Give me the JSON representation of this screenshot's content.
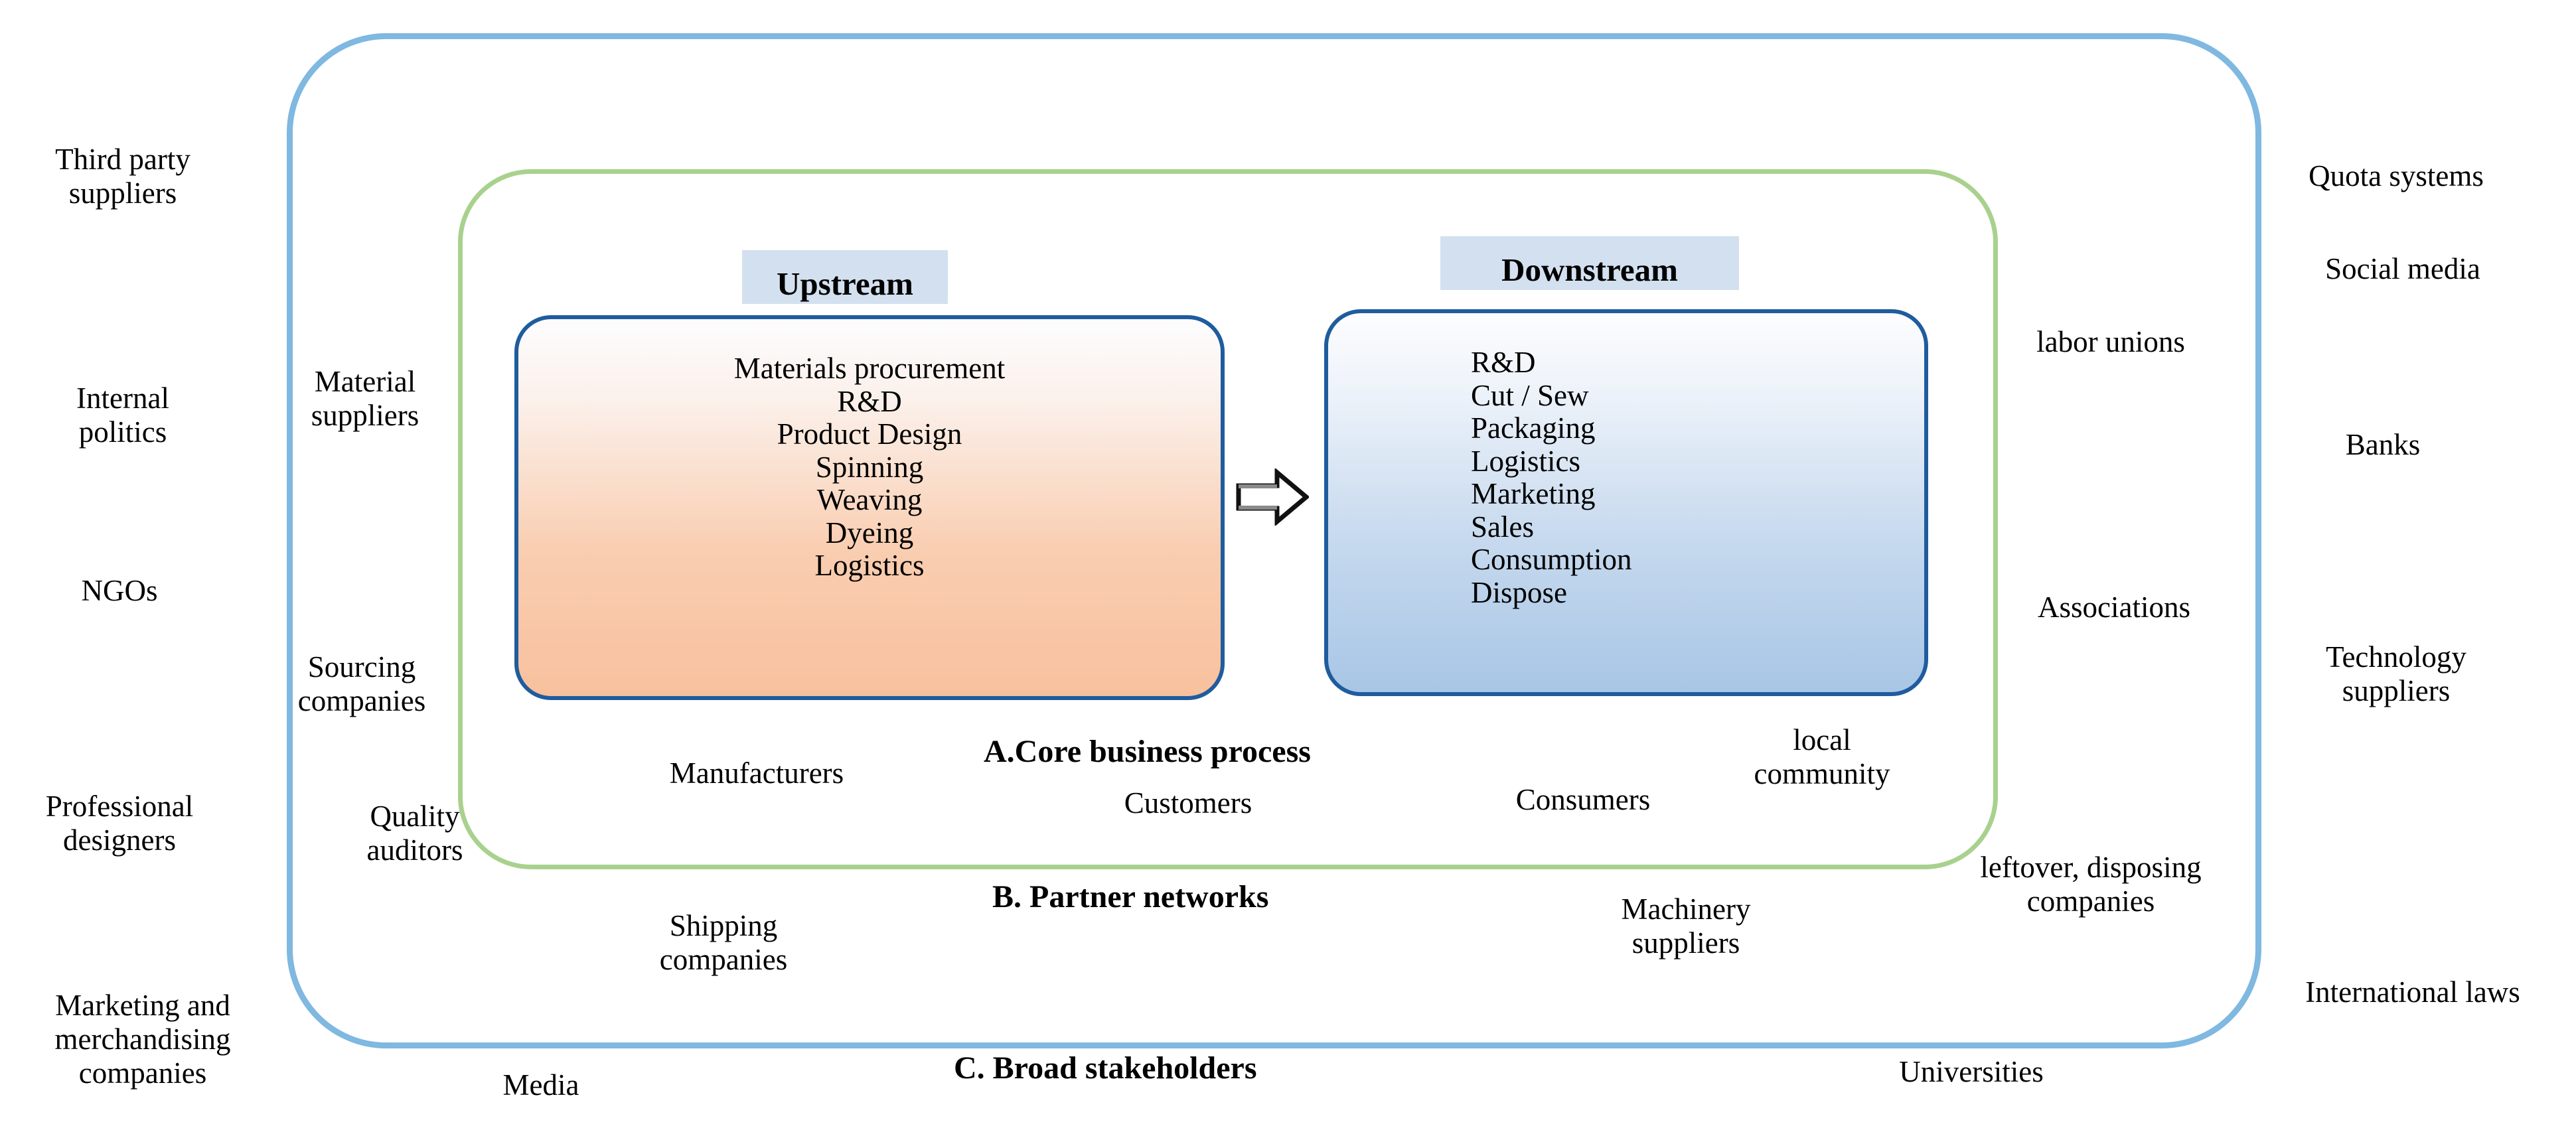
{
  "diagram": {
    "title_captions": {
      "core": "A.Core business process",
      "partner": "B. Partner networks",
      "broad": "C. Broad stakeholders"
    },
    "colors": {
      "broad_ring": "#7FB8E0",
      "partner_ring": "#A9D18E",
      "process_box_border": "#1F5C9E",
      "upstream_fill": "#F8C19E",
      "downstream_fill": "#A8C6E6",
      "header_band": "#D3E0EF"
    },
    "process": {
      "upstream": {
        "header": "Upstream",
        "steps": [
          "Materials procurement",
          "R&D",
          "Product Design",
          "Spinning",
          "Weaving",
          "Dyeing",
          "Logistics"
        ]
      },
      "downstream": {
        "header": "Downstream",
        "steps": [
          "R&D",
          "Cut / Sew",
          "Packaging",
          "Logistics",
          "Marketing",
          "Sales",
          "Consumption",
          "Dispose"
        ]
      },
      "flow_arrow": "right-arrow-icon"
    },
    "partner_network_labels": [
      {
        "id": "material-suppliers",
        "text": "Material\nsuppliers"
      },
      {
        "id": "sourcing-companies",
        "text": "Sourcing\ncompanies"
      },
      {
        "id": "quality-auditors",
        "text": "Quality\nauditors"
      },
      {
        "id": "shipping-companies",
        "text": "Shipping\ncompanies"
      },
      {
        "id": "manufacturers",
        "text": "Manufacturers"
      },
      {
        "id": "customers",
        "text": "Customers"
      },
      {
        "id": "consumers",
        "text": "Consumers"
      },
      {
        "id": "local-community",
        "text": "local\ncommunity"
      },
      {
        "id": "machinery-suppliers",
        "text": "Machinery\nsuppliers"
      },
      {
        "id": "labor-unions",
        "text": "labor unions"
      },
      {
        "id": "associations",
        "text": "Associations"
      },
      {
        "id": "leftover-disposing-companies",
        "text": "leftover, disposing\ncompanies"
      }
    ],
    "broad_stakeholder_labels": [
      {
        "id": "third-party-suppliers",
        "text": "Third party\nsuppliers"
      },
      {
        "id": "internal-politics",
        "text": "Internal\npolitics"
      },
      {
        "id": "ngos",
        "text": "NGOs"
      },
      {
        "id": "professional-designers",
        "text": "Professional\ndesigners"
      },
      {
        "id": "marketing-merchandising-companies",
        "text": "Marketing and\nmerchandising\ncompanies"
      },
      {
        "id": "media",
        "text": "Media"
      },
      {
        "id": "universities",
        "text": "Universities"
      },
      {
        "id": "quota-systems",
        "text": "Quota systems"
      },
      {
        "id": "social-media",
        "text": "Social media"
      },
      {
        "id": "banks",
        "text": "Banks"
      },
      {
        "id": "technology-suppliers",
        "text": "Technology\nsuppliers"
      },
      {
        "id": "international-laws",
        "text": "International laws"
      }
    ]
  }
}
